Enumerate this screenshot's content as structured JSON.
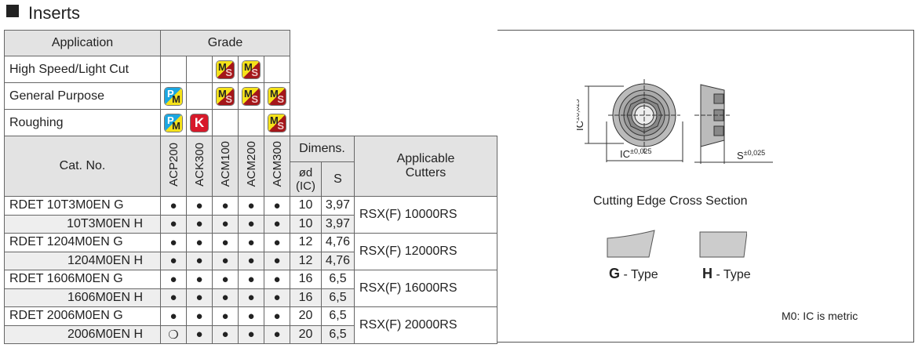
{
  "title": "Inserts",
  "header": {
    "application": "Application",
    "grade": "Grade",
    "cat_no": "Cat. No.",
    "dimens": "Dimens.",
    "od": "ød",
    "od_sub": "(IC)",
    "s": "S",
    "cutters": "Applicable Cutters"
  },
  "grades": [
    "ACP200",
    "ACK300",
    "ACM100",
    "ACM200",
    "ACM300"
  ],
  "applications": [
    {
      "label": "High Speed/Light Cut",
      "badges": [
        "",
        "",
        "MS",
        "MS",
        ""
      ]
    },
    {
      "label": "General Purpose",
      "badges": [
        "PM",
        "",
        "MS",
        "MS",
        "MS"
      ]
    },
    {
      "label": "Roughing",
      "badges": [
        "PM",
        "K",
        "",
        "",
        "MS"
      ]
    }
  ],
  "rows": [
    {
      "cat": "RDET 10T3M0EN G",
      "marks": [
        "●",
        "●",
        "●",
        "●",
        "●"
      ],
      "d": "10",
      "s": "3,97",
      "cutter": "RSX(F) 10000RS"
    },
    {
      "cat": "10T3M0EN H",
      "marks": [
        "●",
        "●",
        "●",
        "●",
        "●"
      ],
      "d": "10",
      "s": "3,97"
    },
    {
      "cat": "RDET 1204M0EN G",
      "marks": [
        "●",
        "●",
        "●",
        "●",
        "●"
      ],
      "d": "12",
      "s": "4,76",
      "cutter": "RSX(F) 12000RS"
    },
    {
      "cat": "1204M0EN H",
      "marks": [
        "●",
        "●",
        "●",
        "●",
        "●"
      ],
      "d": "12",
      "s": "4,76"
    },
    {
      "cat": "RDET 1606M0EN G",
      "marks": [
        "●",
        "●",
        "●",
        "●",
        "●"
      ],
      "d": "16",
      "s": "6,5",
      "cutter": "RSX(F) 16000RS"
    },
    {
      "cat": "1606M0EN H",
      "marks": [
        "●",
        "●",
        "●",
        "●",
        "●"
      ],
      "d": "16",
      "s": "6,5"
    },
    {
      "cat": "RDET 2006M0EN G",
      "marks": [
        "●",
        "●",
        "●",
        "●",
        "●"
      ],
      "d": "20",
      "s": "6,5",
      "cutter": "RSX(F) 20000RS"
    },
    {
      "cat": "2006M0EN H",
      "marks": [
        "❍",
        "●",
        "●",
        "●",
        "●"
      ],
      "d": "20",
      "s": "6,5"
    }
  ],
  "drawing": {
    "ic_label": "IC",
    "tol": "±0,025",
    "s_label": "S"
  },
  "cross_section": {
    "title": "Cutting Edge Cross Section",
    "g_letter": "G",
    "h_letter": "H",
    "type_suffix": " - Type"
  },
  "note": "M0: IC is metric"
}
